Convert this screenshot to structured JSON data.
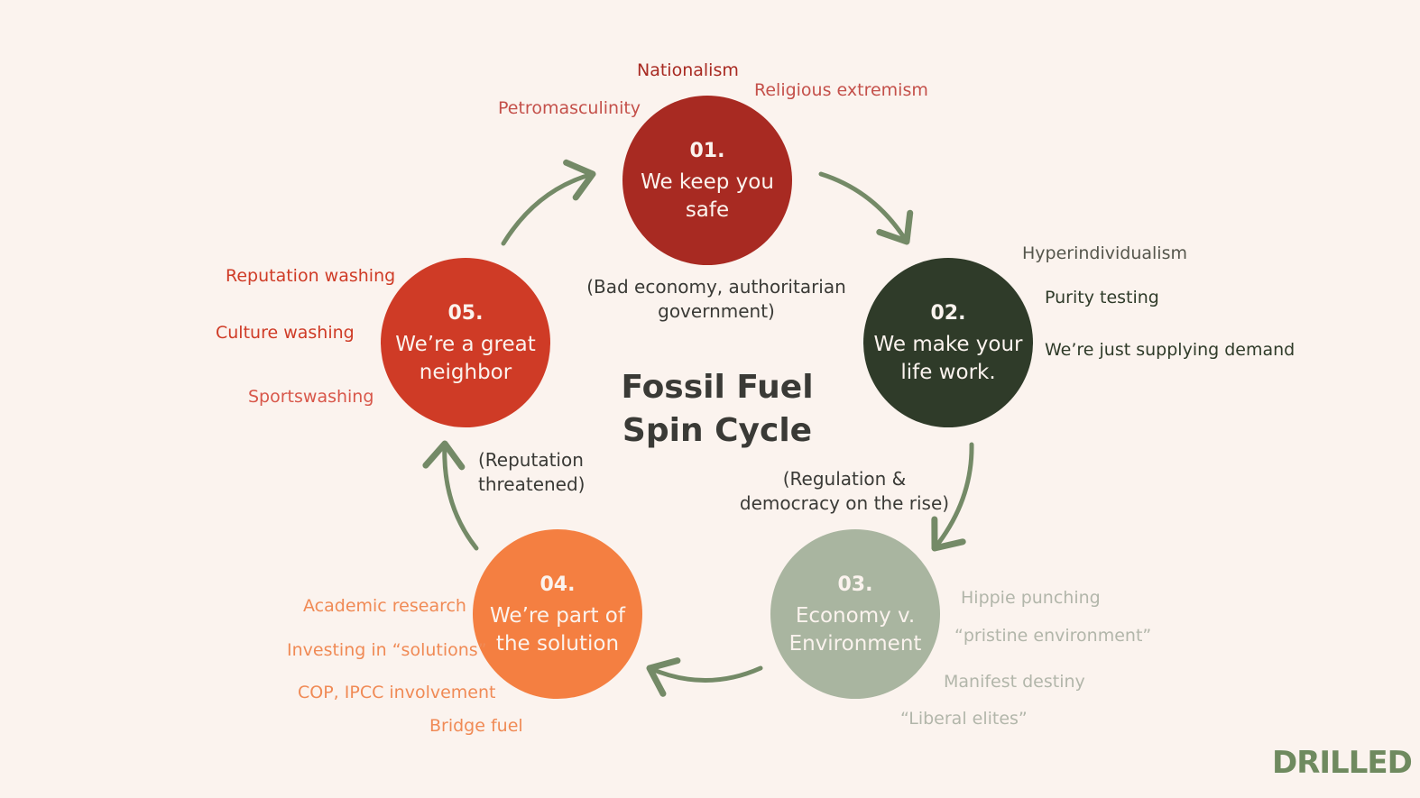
{
  "title": [
    "Fossil Fuel",
    "Spin Cycle"
  ],
  "steps": [
    {
      "num": "01.",
      "text": "We keep you safe",
      "color": "#a82a22",
      "labels": [
        "Nationalism",
        "Religious extremism",
        "Petromasculinity"
      ]
    },
    {
      "num": "02.",
      "text": "We make your life work.",
      "color": "#2f3b29",
      "labels": [
        "Hyperindividualism",
        "Purity testing",
        "We’re just supplying demand"
      ]
    },
    {
      "num": "03.",
      "text": "Economy v. Environment",
      "color": "#a9b5a0",
      "labels": [
        "Hippie punching",
        "“pristine environment”",
        "Manifest destiny",
        "“Liberal elites”"
      ]
    },
    {
      "num": "04.",
      "text": "We’re part of the solution",
      "color": "#f47f41",
      "labels": [
        "Academic research",
        "Investing in “solutions”",
        "COP, IPCC involvement",
        "Bridge fuel"
      ]
    },
    {
      "num": "05.",
      "text": "We’re a great neighbor",
      "color": "#cf3b26",
      "labels": [
        "Reputation washing",
        "Culture washing",
        "Sportswashing"
      ]
    }
  ],
  "transitions": [
    "(Bad economy, authoritarian government)",
    "(Regulation & democracy on the rise)",
    "(Reputation threatened)"
  ],
  "arrow_color": "#748a67",
  "logo": "DRILLED"
}
